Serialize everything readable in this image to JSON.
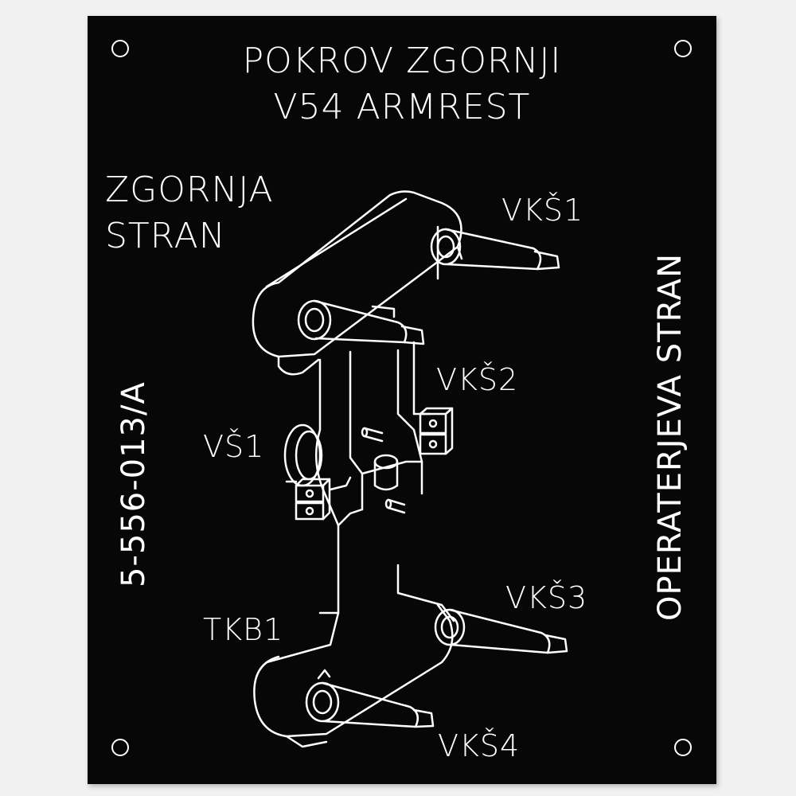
{
  "plate": {
    "title_line1": "POKROV ZGORNJI",
    "title_line2": "V54 ARMREST",
    "left_side_line1": "ZGORNJA",
    "left_side_line2": "STRAN",
    "right_side": "OPERATERJEVA STRAN",
    "part_number": "5-556-013/A",
    "labels": {
      "vks1": "VKŠ1",
      "vks2": "VKŠ2",
      "vks3": "VKŠ3",
      "vks4": "VKŠ4",
      "vs1": "VŠ1",
      "tkb1": "TKB1"
    }
  },
  "colors": {
    "plate": "#070707",
    "engraving": "#ffffff",
    "background": "#f1f1f1"
  }
}
